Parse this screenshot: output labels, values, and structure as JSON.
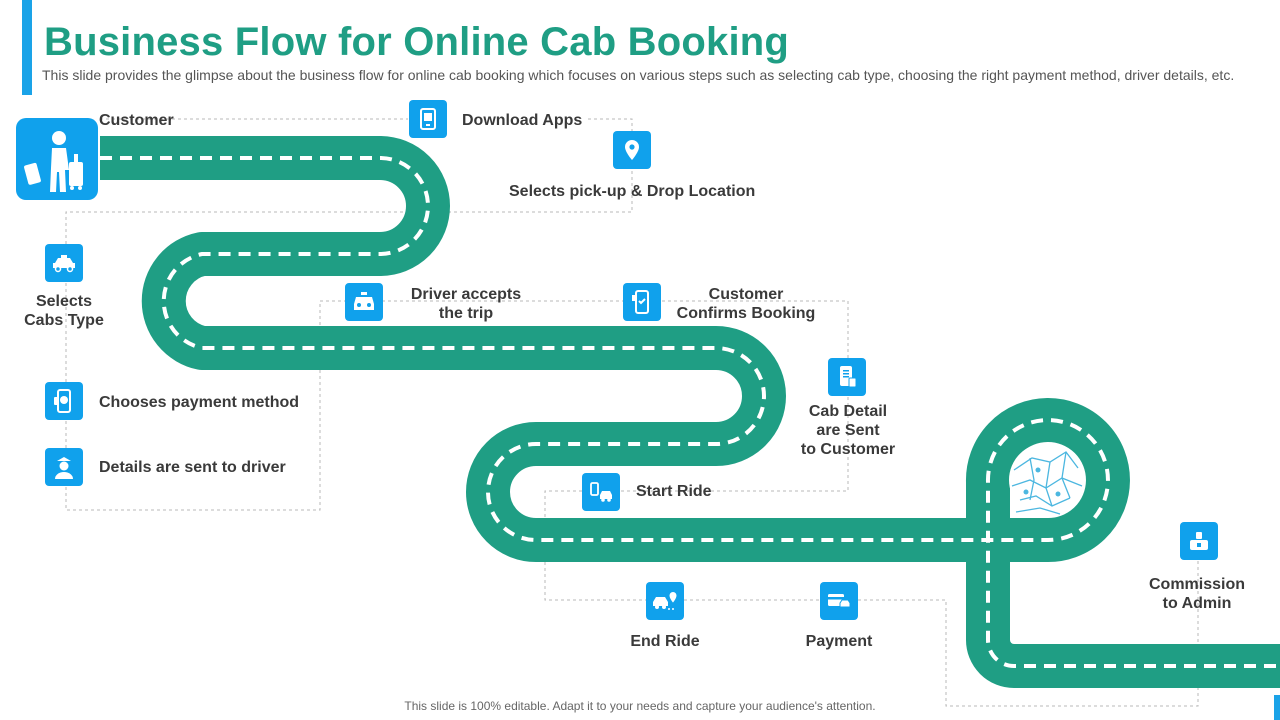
{
  "header": {
    "title": "Business Flow for Online Cab Booking",
    "subtitle": "This slide provides the glimpse about the business flow for online cab booking which focuses on various steps such as selecting cab type,  choosing the right payment method, driver details, etc."
  },
  "steps": {
    "customer": "Customer",
    "download_apps": "Download Apps",
    "select_location": "Selects pick-up & Drop Location",
    "selects_cabs_1": "Selects",
    "selects_cabs_2": "Cabs Type",
    "payment_method": "Chooses payment method",
    "details_driver": "Details are sent to driver",
    "driver_accepts_1": "Driver accepts",
    "driver_accepts_2": "the trip",
    "confirms_1": "Customer",
    "confirms_2": "Confirms Booking",
    "cab_detail_1": "Cab Detail",
    "cab_detail_2": "are Sent",
    "cab_detail_3": "to Customer",
    "start_ride": "Start Ride",
    "end_ride": "End Ride",
    "payment": "Payment",
    "commission_1": "Commission",
    "commission_2": "to Admin"
  },
  "icons": {
    "customer": "traveler-luggage-icon",
    "download_apps": "mobile-app-icon",
    "location": "map-pin-icon",
    "cab": "taxi-icon",
    "payment_method": "mobile-payment-icon",
    "driver": "driver-icon",
    "driver_accepts": "taxi-front-icon",
    "confirms": "phone-confirm-icon",
    "cab_detail": "receipt-phone-icon",
    "start_ride": "start-ride-icon",
    "end_ride": "end-ride-icon",
    "payment": "payment-card-icon",
    "commission": "commission-icon",
    "map": "city-map-icon"
  },
  "footer": "This slide is 100% editable. Adapt it to your needs and capture your audience's attention.",
  "colors": {
    "road": "#1f9e84",
    "accent": "#10a1ec",
    "title": "#1f9e84"
  }
}
